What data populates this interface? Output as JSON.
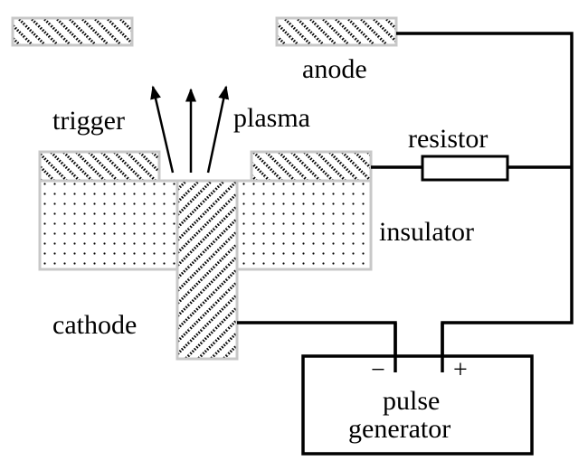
{
  "labels": {
    "anode": "anode",
    "trigger": "trigger",
    "plasma": "plasma",
    "resistor": "resistor",
    "insulator": "insulator",
    "cathode": "cathode",
    "minus": "−",
    "plus": "+",
    "pulse": "pulse",
    "generator": "generator"
  },
  "colors": {
    "line": "#000000",
    "hatch_border": "#c8c8c8",
    "background": "#ffffff"
  }
}
